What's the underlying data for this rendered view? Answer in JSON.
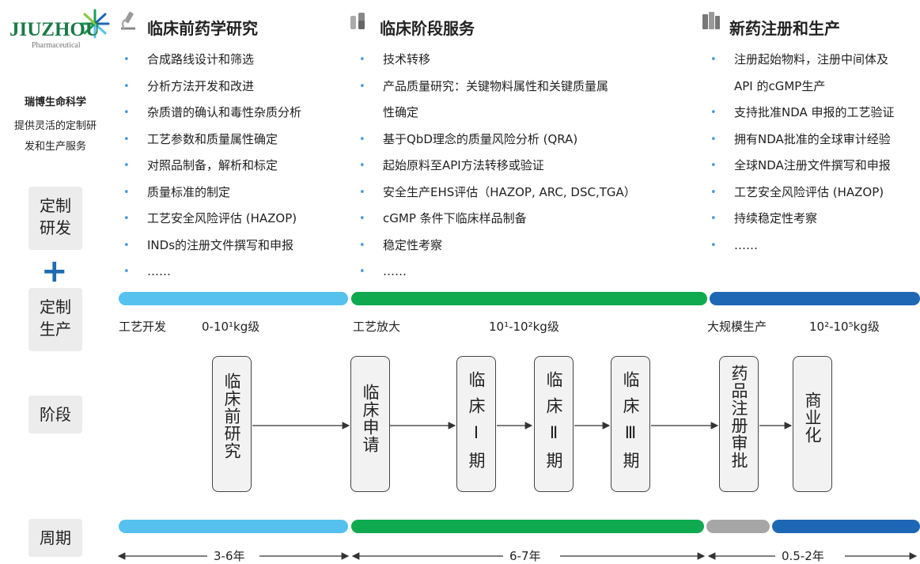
{
  "logo": {
    "name": "JIUZHOU",
    "sub": "Pharmaceutical"
  },
  "company": {
    "name": "瑞博生命科学",
    "desc_line1": "提供灵活的定制研",
    "desc_line2": "发和生产服务"
  },
  "side_labels": {
    "custom_rd": "定制研发",
    "plus": "+",
    "custom_mfg": "定制生产",
    "stage": "阶段",
    "cycle": "周期"
  },
  "sections": [
    {
      "title": "临床前药学研究",
      "icon": "microscope-icon",
      "items": [
        "合成路线设计和筛选",
        "分析方法开发和改进",
        "杂质谱的确认和毒性杂质分析",
        "工艺参数和质量属性确定",
        "对照品制备，解析和标定",
        "质量标准的制定",
        "工艺安全风险评估 (HAZOP)",
        "INDs的注册文件撰写和申报",
        "……"
      ]
    },
    {
      "title": "临床阶段服务",
      "icon": "flask-icon",
      "items": [
        "技术转移",
        "产品质量研究：关键物料属性和关键质量属",
        "性确定",
        "基于QbD理念的质量风险分析 (QRA)",
        "起始原料至API方法转移或验证",
        "安全生产EHS评估（HAZOP, ARC, DSC,TGA）",
        "cGMP 条件下临床样品制备",
        "稳定性考察",
        "……"
      ]
    },
    {
      "title": "新药注册和生产",
      "icon": "bottles-icon",
      "items": [
        "注册起始物料，注册中间体及",
        "API 的cGMP生产",
        "支持批准NDA 申报的工艺验证",
        "拥有NDA批准的全球审计经验",
        "全球NDA注册文件撰写和申报",
        "工艺安全风险评估 (HAZOP)",
        "持续稳定性考察",
        "……"
      ]
    }
  ],
  "scale": {
    "s1_label": "工艺开发",
    "s1_range": "0-10¹kg级",
    "s2_label": "工艺放大",
    "s2_range": "10¹-10²kg级",
    "s3_label": "大规模生产",
    "s3_range": "10²-10⁵kg级"
  },
  "stages": [
    "临床前研究",
    "临床申请",
    "临床Ⅰ期",
    "临床Ⅱ期",
    "临床Ⅲ期",
    "药品注册审批",
    "商业化"
  ],
  "periods": [
    "3-6年",
    "6-7年",
    "0.5-2年"
  ],
  "colors": {
    "light_blue": "#56c1ee",
    "green": "#0faa4f",
    "dark_blue": "#1e67b5",
    "gray": "#a6a6a6",
    "bullet": "#4a9ad6"
  }
}
